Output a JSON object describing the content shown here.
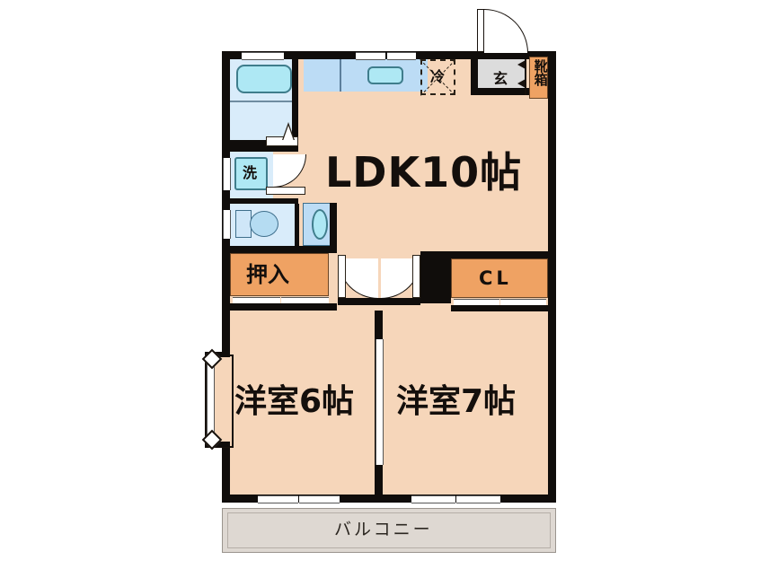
{
  "plan": {
    "title": "Apartment floor plan 2LDK",
    "background_color": "#ffffff",
    "room_fill": "#f6d6ba",
    "wall_color": "#100d0b",
    "closet_fill": "#efa263",
    "water_fill": "#d9ecfa",
    "balcony_fill": "#ded8d2"
  },
  "rooms": {
    "ldk": {
      "label": "LDK10帖"
    },
    "washitsu_left": {
      "label": "洋室6帖"
    },
    "washitsu_right": {
      "label": "洋室7帖"
    },
    "balcony": {
      "label": "バルコニー"
    }
  },
  "storage": {
    "oshiire": {
      "label": "押入"
    },
    "closet": {
      "label": "CL"
    },
    "shoe_cabinet": {
      "label": "靴箱"
    }
  },
  "fixtures": {
    "refrigerator": {
      "label": "冷"
    },
    "washer": {
      "label": "洗"
    },
    "entrance": {
      "label": "玄"
    }
  }
}
